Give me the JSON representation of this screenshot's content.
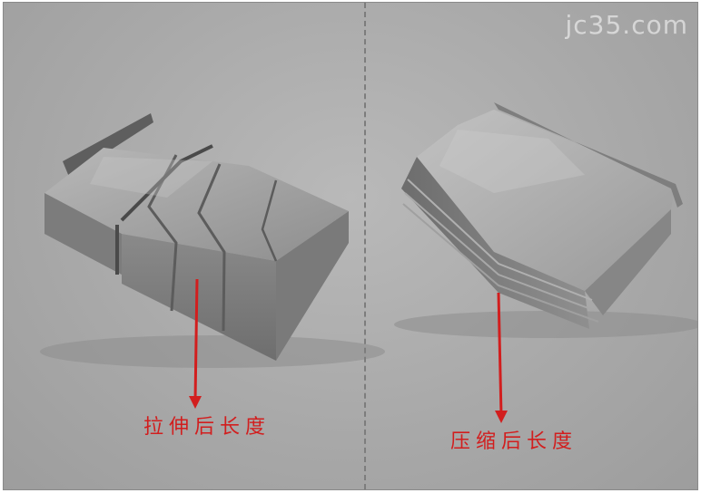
{
  "watermark": "jc35.com",
  "captions": {
    "stretched": "拉伸后长度",
    "compressed": "压缩后长度"
  },
  "colors": {
    "arrow": "#d21e1e",
    "background": "#aaaaaa",
    "metal": "#8a8a8a"
  }
}
